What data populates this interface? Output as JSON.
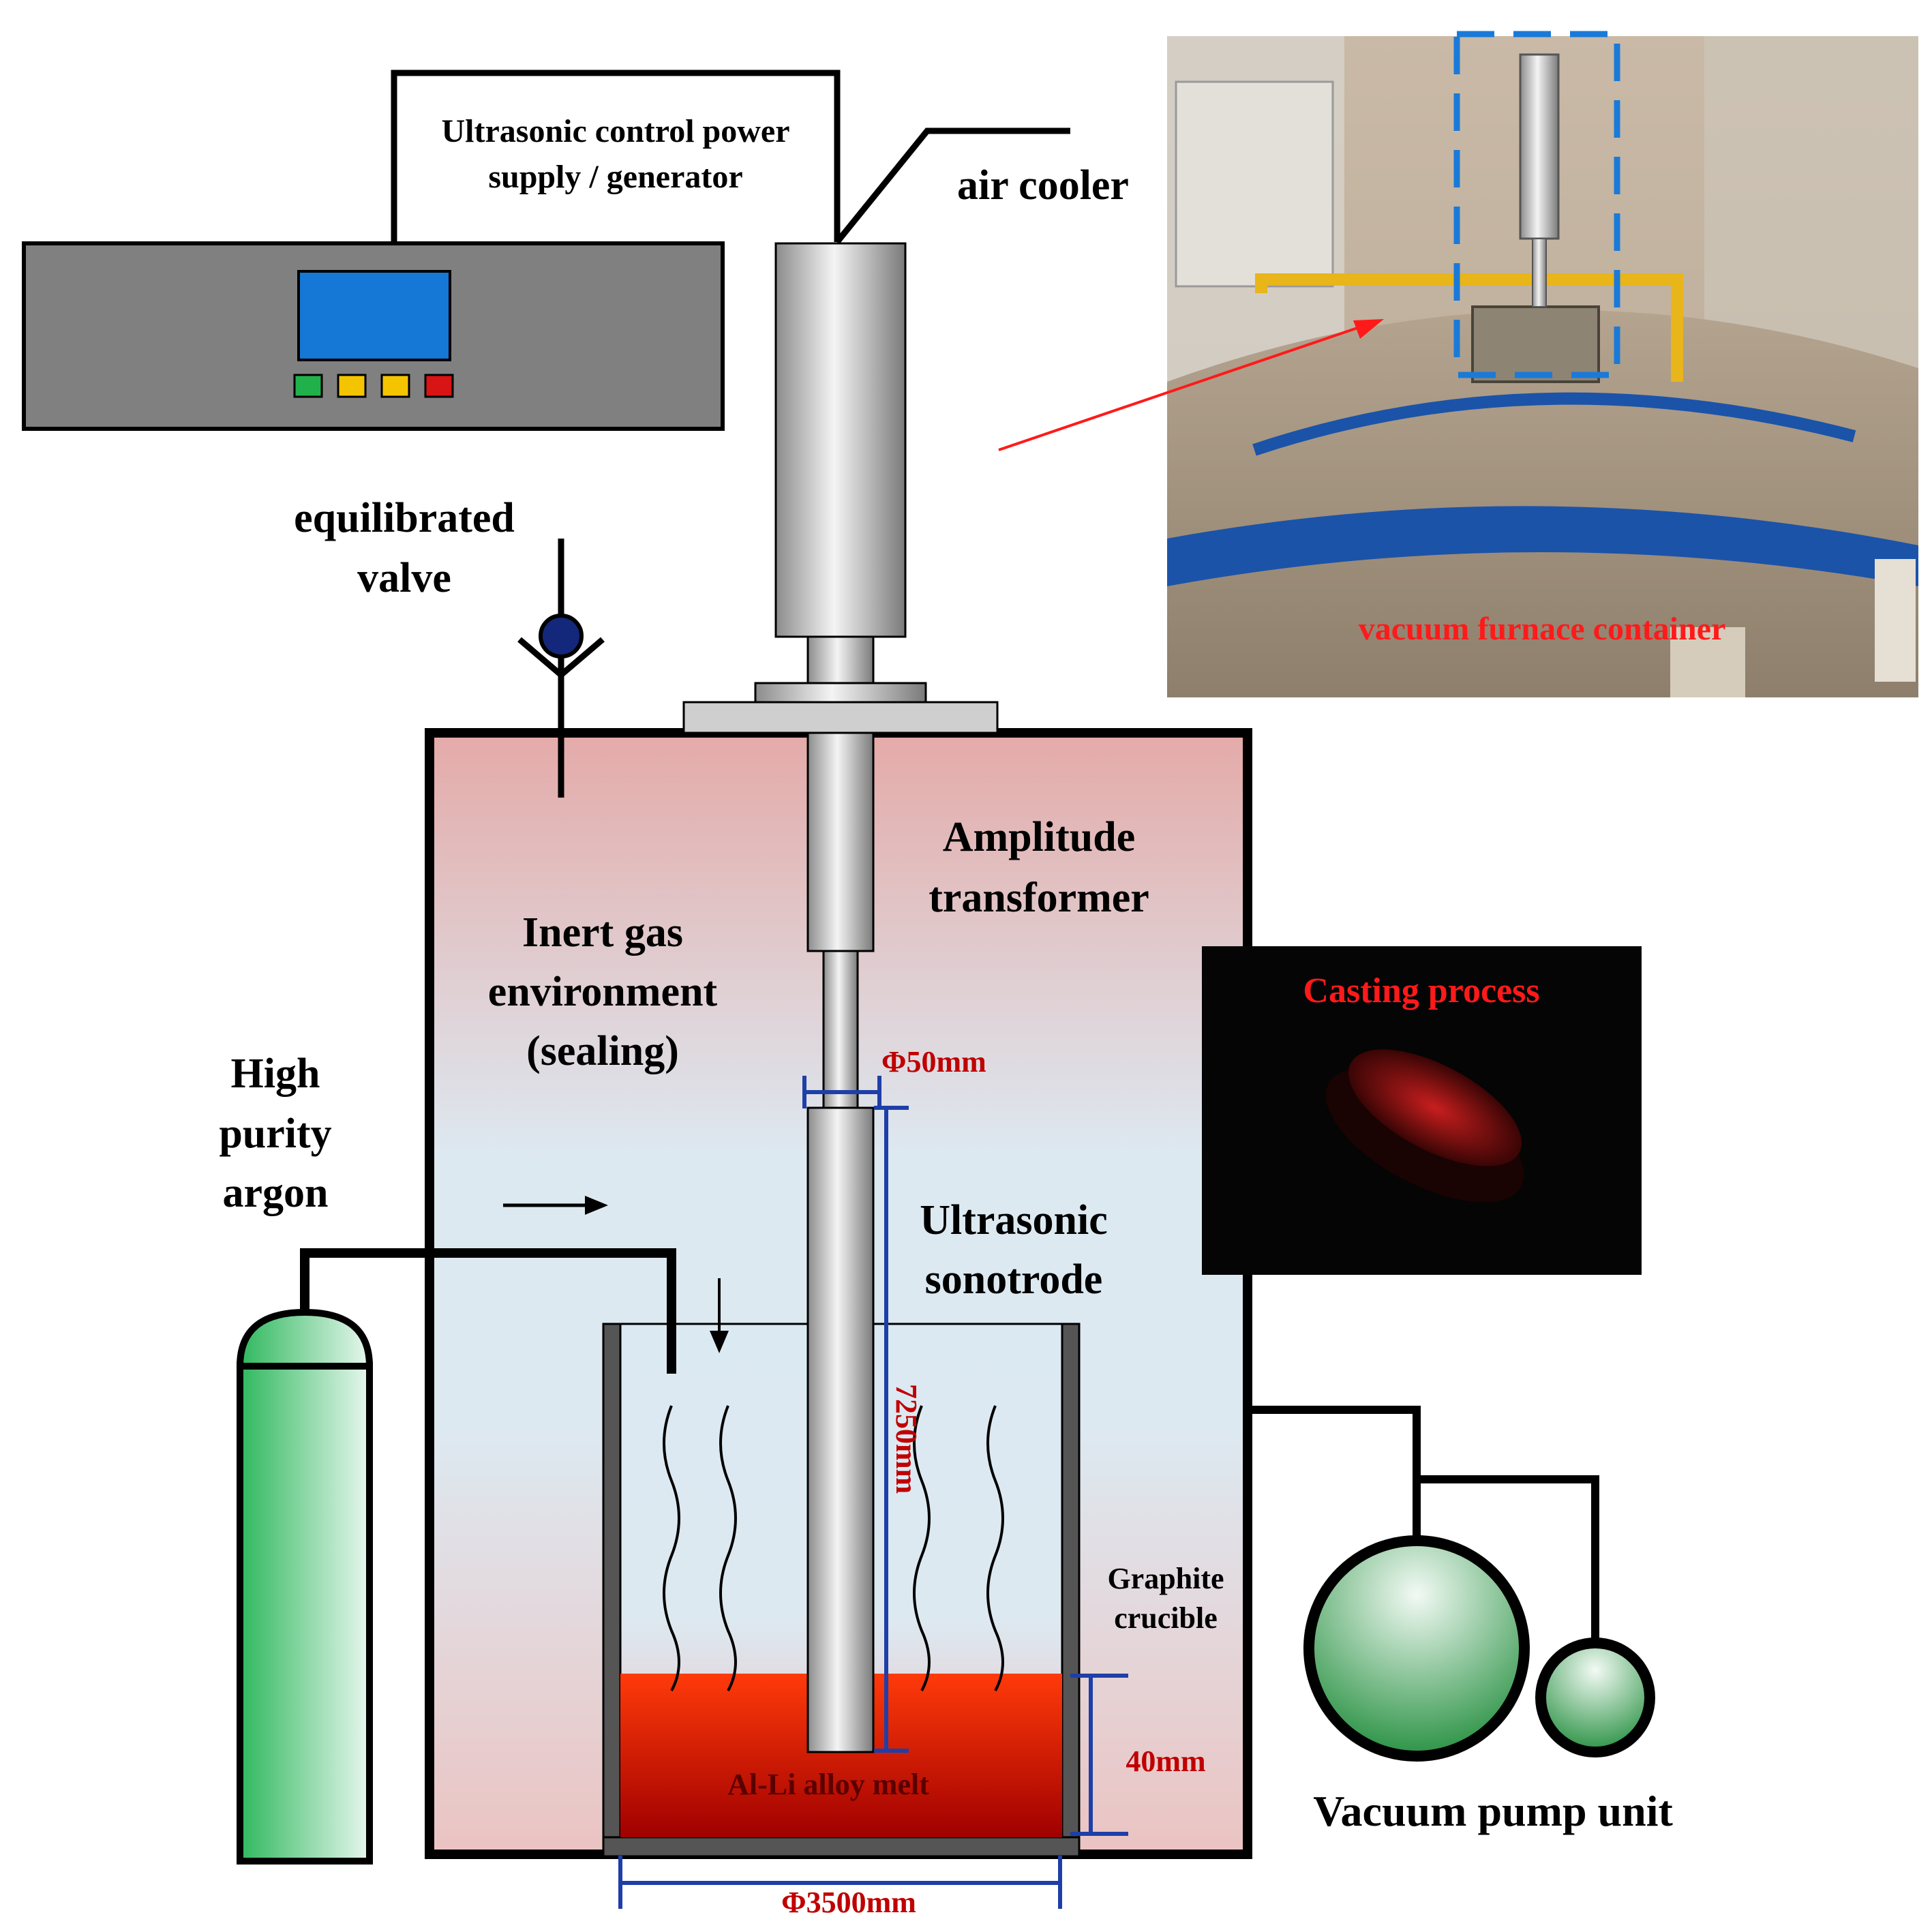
{
  "labels": {
    "power_supply_line1": "Ultrasonic control power",
    "power_supply_line2": "supply / generator",
    "air_cooler": "air cooler",
    "valve_line1": "equilibrated",
    "valve_line2": "valve",
    "amplitude_line1": "Amplitude",
    "amplitude_line2": "transformer",
    "inert_line1": "Inert gas",
    "inert_line2": "environment",
    "inert_line3": "(sealing)",
    "argon_line1": "High",
    "argon_line2": "purity",
    "argon_line3": "argon",
    "sonotrode_line1": "Ultrasonic",
    "sonotrode_line2": "sonotrode",
    "crucible_line1": "Graphite",
    "crucible_line2": "crucible",
    "melt": "Al-Li alloy melt",
    "vacuum_pump": "Vacuum pump unit",
    "furnace_photo_caption": "vacuum furnace container",
    "casting_photo_caption": "Casting process"
  },
  "dimensions": {
    "sonotrode_diameter": "Φ50mm",
    "sonotrode_length": "7250mm",
    "melt_depth": "40mm",
    "crucible_diameter": "Φ3500mm"
  },
  "colors": {
    "chamber_top": "#e4aaa8",
    "chamber_mid": "#dde9f1",
    "chamber_bottom": "#ebc3c2",
    "dimension_blue": "#1e3fa8",
    "dimension_red": "#c00000",
    "melt_top": "#ff3a0a",
    "melt_bottom": "#a00000",
    "cylinder_green": "#2fb85e",
    "pump_green": "#1f8c3a",
    "screen_blue": "#1577d6"
  }
}
